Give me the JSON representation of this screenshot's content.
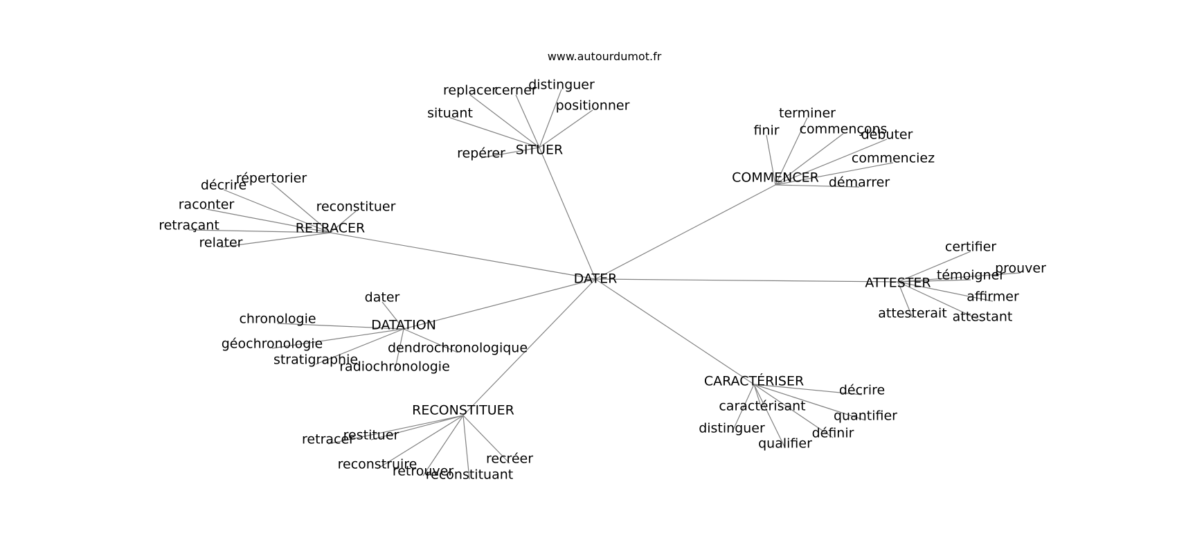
{
  "source": "www.autourdumot.fr",
  "root": "DATER",
  "clusters": [
    {
      "hub": "SITUER",
      "leaves": [
        "replacer",
        "cerner",
        "distinguer",
        "positionner",
        "situant",
        "repérer"
      ]
    },
    {
      "hub": "COMMENCER",
      "leaves": [
        "terminer",
        "finir",
        "commençons",
        "débuter",
        "commenciez",
        "démarrer"
      ]
    },
    {
      "hub": "RETRACER",
      "leaves": [
        "répertorier",
        "décrire",
        "raconter",
        "reconstituer",
        "retraçant",
        "relater"
      ]
    },
    {
      "hub": "ATTESTER",
      "leaves": [
        "certifier",
        "témoigner",
        "prouver",
        "affirmer",
        "attesterait",
        "attestant"
      ]
    },
    {
      "hub": "DATATION",
      "leaves": [
        "dater",
        "chronologie",
        "géochronologie",
        "dendrochronologique",
        "stratigraphie",
        "radiochronologie"
      ]
    },
    {
      "hub": "CARACTÉRISER",
      "leaves": [
        "décrire",
        "caractérisant",
        "quantifier",
        "distinguer",
        "définir",
        "qualifier"
      ]
    },
    {
      "hub": "RECONSTITUER",
      "leaves": [
        "restituer",
        "retracer",
        "recréer",
        "reconstruire",
        "retrouver",
        "reconstituant"
      ]
    }
  ]
}
